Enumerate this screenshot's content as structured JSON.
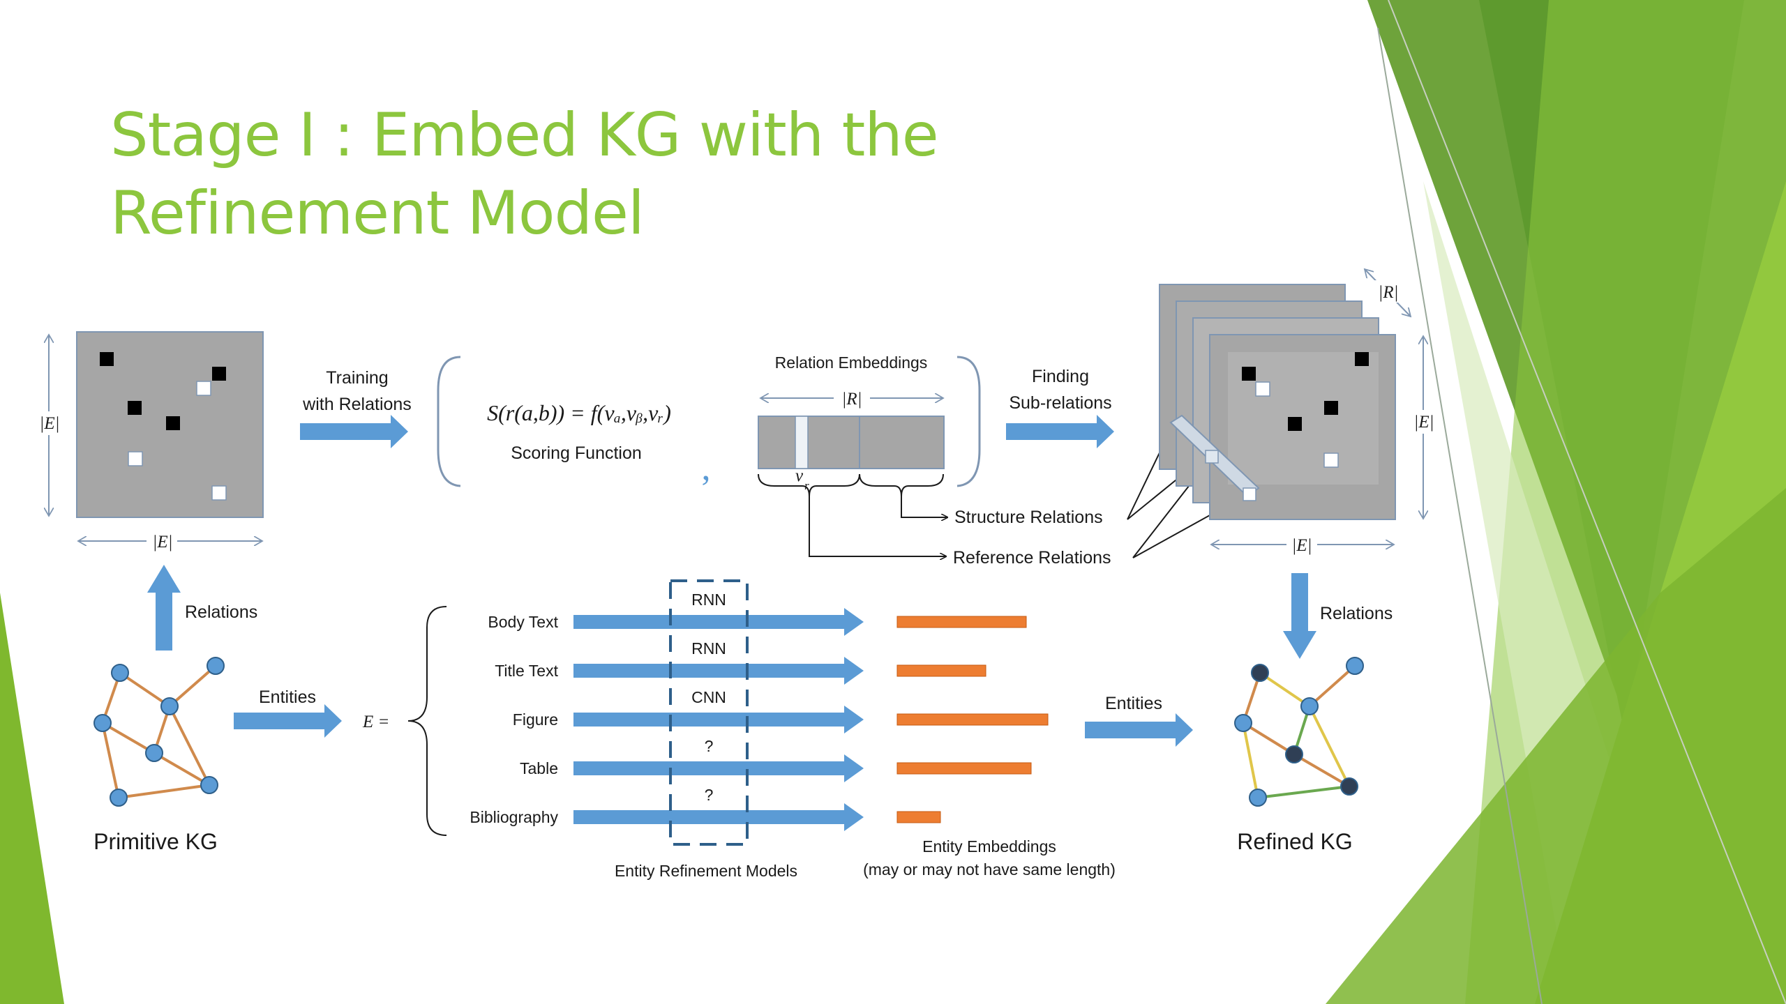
{
  "slide": {
    "title_line1": "Stage I : Embed KG with the",
    "title_line2": "Refinement Model"
  },
  "diagram": {
    "matrix_size_label": "|E|",
    "relation_size_label": "|R|",
    "training_label_1": "Training",
    "training_label_2": "with Relations",
    "scoring_formula": "S(r(a,b)) = f(vₐ,vᵦ,vᵣ)",
    "scoring_label": "Scoring Function",
    "comma": ",",
    "relation_embeddings_label": "Relation Embeddings",
    "vr_label": "v",
    "vr_sub": "r",
    "finding_label_1": "Finding",
    "finding_label_2": "Sub-relations",
    "structure_relations_label": "Structure Relations",
    "reference_relations_label": "Reference Relations",
    "relations_label_left": "Relations",
    "relations_label_right": "Relations",
    "entities_label_left": "Entities",
    "entities_label_right": "Entities",
    "e_equals": "E =",
    "primitive_kg_label": "Primitive KG",
    "refined_kg_label": "Refined KG",
    "entity_refinement_models_label": "Entity Refinement Models",
    "entity_embeddings_label_1": "Entity Embeddings",
    "entity_embeddings_label_2": "(may or may not have same length)",
    "entity_rows": [
      {
        "name": "Body Text",
        "model": "RNN",
        "embedding_length": 0.77
      },
      {
        "name": "Title Text",
        "model": "RNN",
        "embedding_length": 0.53
      },
      {
        "name": "Figure",
        "model": "CNN",
        "embedding_length": 0.9
      },
      {
        "name": "Table",
        "model": "?",
        "embedding_length": 0.8
      },
      {
        "name": "Bibliography",
        "model": "?",
        "embedding_length": 0.26
      }
    ]
  },
  "colors": {
    "title": "#8cc63e",
    "arrow": "#5b9bd5",
    "embedding_bar": "#ed7d31",
    "kg_edge": "#d08a4c",
    "node": "#5b9bd5",
    "matrix": "#a6a6a6"
  }
}
